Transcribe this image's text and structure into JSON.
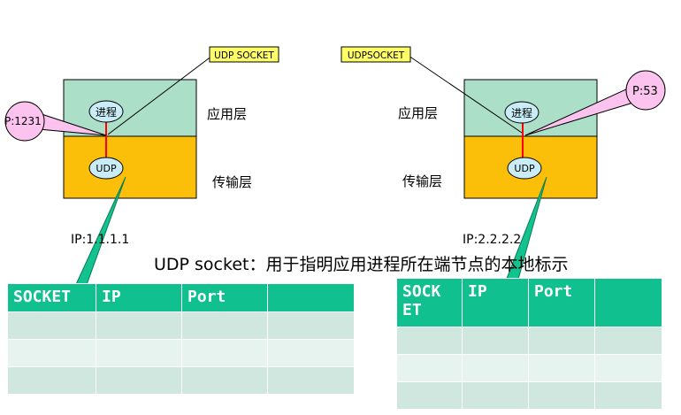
{
  "left": {
    "callout": "UDP SOCKET",
    "process": "进程",
    "udp": "UDP",
    "port": "P:1231",
    "app_layer": "应用层",
    "transport_layer": "传输层",
    "ip": "IP:1.1.1.1"
  },
  "right": {
    "callout": "UDPSOCKET",
    "process": "进程",
    "udp": "UDP",
    "port": "P:53",
    "app_layer": "应用层",
    "transport_layer": "传输层",
    "ip": "IP:2.2.2.2"
  },
  "caption": {
    "prefix": "UDP socket",
    "separator": "：",
    "text": "用于指明应用进程所在端节点的本地标示"
  },
  "table_left": {
    "headers": [
      "SOCKET",
      "IP",
      "Port",
      ""
    ],
    "rows": [
      [
        "",
        "",
        "",
        ""
      ],
      [
        "",
        "",
        "",
        ""
      ],
      [
        "",
        "",
        "",
        ""
      ]
    ]
  },
  "table_right": {
    "headers": [
      "SOCK ET",
      "IP",
      "Port",
      ""
    ],
    "rows": [
      [
        "",
        "",
        "",
        ""
      ],
      [
        "",
        "",
        "",
        ""
      ],
      [
        "",
        "",
        "",
        ""
      ]
    ]
  },
  "colors": {
    "app_layer": "#acdfc7",
    "transport_layer": "#fbbf0a",
    "callout_fill": "#ffff66",
    "port_bubble": "#fbc3ee",
    "process_oval": "#c9ecf7",
    "pointer_green": "#12c28f",
    "connector_red": "#ff0000",
    "table_header": "#10c08f",
    "table_row_dark": "#cfe7df",
    "table_row_light": "#e7f3ef"
  }
}
